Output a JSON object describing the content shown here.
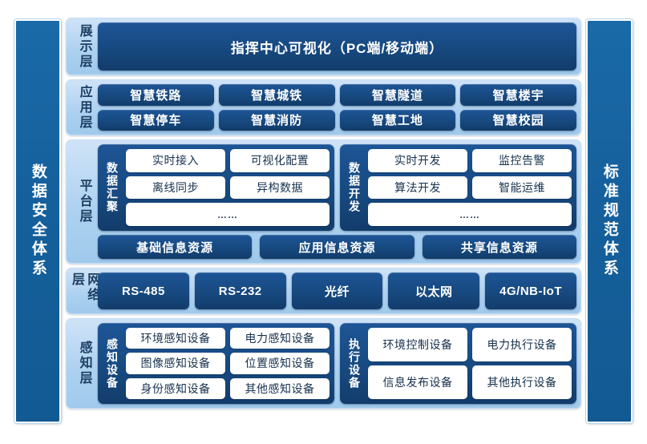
{
  "sidebars": {
    "left": {
      "label": "数据安全体系"
    },
    "right": {
      "label": "标准规范体系"
    }
  },
  "layers": [
    {
      "key": "display",
      "label": "展示层",
      "items": [
        "指挥中心可视化（PC端/移动端）"
      ]
    },
    {
      "key": "application",
      "label": "应用层",
      "row1": [
        "智慧铁路",
        "智慧城铁",
        "智慧隧道",
        "智慧楼宇"
      ],
      "row2": [
        "智慧停车",
        "智慧消防",
        "智慧工地",
        "智慧校园"
      ]
    },
    {
      "key": "platform",
      "label": "平台层",
      "groups": [
        {
          "label": "数据汇聚",
          "row1": [
            "实时接入",
            "可视化配置"
          ],
          "row2": [
            "离线同步",
            "异构数据"
          ],
          "row3": [
            "……"
          ]
        },
        {
          "label": "数据开发",
          "row1": [
            "实时开发",
            "监控告警"
          ],
          "row2": [
            "算法开发",
            "智能运维"
          ],
          "row3": [
            "……"
          ]
        }
      ],
      "resources": [
        "基础信息资源",
        "应用信息资源",
        "共享信息资源"
      ]
    },
    {
      "key": "network",
      "label": "网络层",
      "items": [
        "RS-485",
        "RS-232",
        "光纤",
        "以太网",
        "4G/NB-IoT"
      ]
    },
    {
      "key": "perception",
      "label": "感知层",
      "groups": [
        {
          "label": "感知设备",
          "row1": [
            "环境感知设备",
            "电力感知设备"
          ],
          "row2": [
            "图像感知设备",
            "位置感知设备"
          ],
          "row3": [
            "身份感知设备",
            "其他感知设备"
          ]
        },
        {
          "label": "执行设备",
          "row1": [
            "环境控制设备",
            "电力执行设备"
          ],
          "row2": [
            "信息发布设备",
            "其他执行设备"
          ]
        }
      ]
    }
  ],
  "colors": {
    "dark_blue": "#17497f",
    "pillar_blue": "#15609c",
    "layer_bg": "#aed2f0",
    "white_box": "#ffffff",
    "label_text": "#1c3f63",
    "page_bg": "#ffffff"
  }
}
